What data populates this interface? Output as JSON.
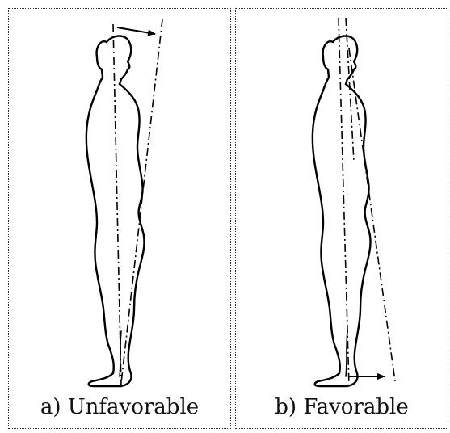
{
  "panels": [
    {
      "id": "a",
      "caption": "a) Unfavorable"
    },
    {
      "id": "b",
      "caption": "b) Favorable"
    }
  ],
  "colors": {
    "outline": "#000000",
    "frame": "#2b2b2b",
    "background": "#ffffff"
  }
}
